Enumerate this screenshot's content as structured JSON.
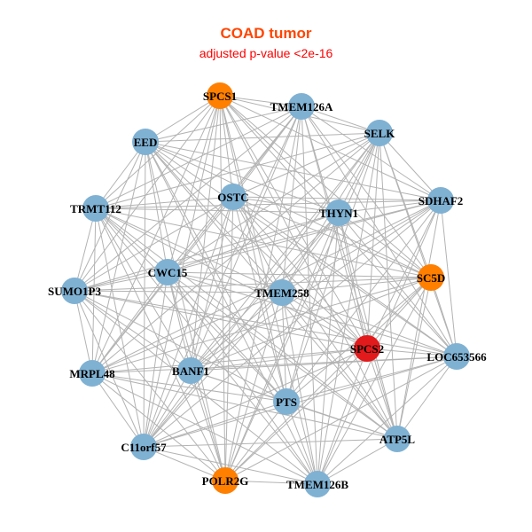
{
  "title": "COAD tumor",
  "subtitle": "adjusted p-value <2e-16",
  "colors": {
    "title": "#FF4500",
    "subtitle": "#FF0000",
    "edge": "#B3B3B3",
    "default_node": "#7FB1D3",
    "highlight_orange": "#FF7F00",
    "highlight_red": "#E31A1C"
  },
  "legend": [],
  "nodes": [
    {
      "id": "SPCS1",
      "color": "#FF7F00"
    },
    {
      "id": "TMEM126A",
      "color": "#7FB1D3"
    },
    {
      "id": "SELK",
      "color": "#7FB1D3"
    },
    {
      "id": "EED",
      "color": "#7FB1D3"
    },
    {
      "id": "OSTC",
      "color": "#7FB1D3"
    },
    {
      "id": "THYN1",
      "color": "#7FB1D3"
    },
    {
      "id": "SDHAF2",
      "color": "#7FB1D3"
    },
    {
      "id": "TRMT112",
      "color": "#7FB1D3"
    },
    {
      "id": "SC5D",
      "color": "#FF7F00"
    },
    {
      "id": "CWC15",
      "color": "#7FB1D3"
    },
    {
      "id": "SUMO1P3",
      "color": "#7FB1D3"
    },
    {
      "id": "TMEM258",
      "color": "#7FB1D3"
    },
    {
      "id": "SPCS2",
      "color": "#E31A1C"
    },
    {
      "id": "LOC653566",
      "color": "#7FB1D3"
    },
    {
      "id": "MRPL48",
      "color": "#7FB1D3"
    },
    {
      "id": "BANF1",
      "color": "#7FB1D3"
    },
    {
      "id": "PTS",
      "color": "#7FB1D3"
    },
    {
      "id": "ATP5L",
      "color": "#7FB1D3"
    },
    {
      "id": "C11orf57",
      "color": "#7FB1D3"
    },
    {
      "id": "POLR2G",
      "color": "#FF7F00"
    },
    {
      "id": "TMEM126B",
      "color": "#7FB1D3"
    }
  ],
  "edge_mode": "near-complete graph among all genes"
}
